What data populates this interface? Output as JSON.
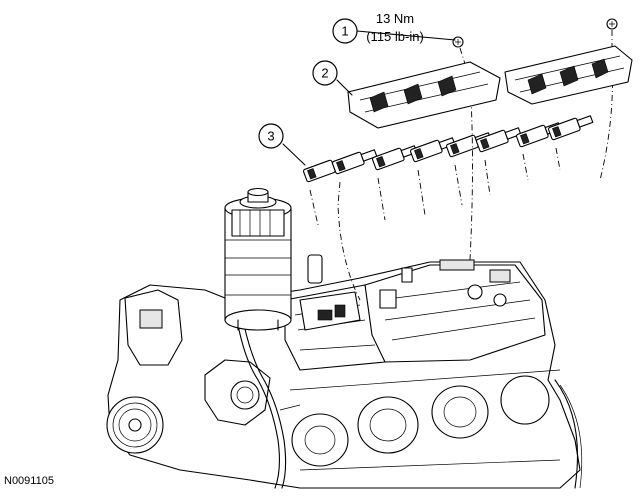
{
  "callouts": [
    {
      "number": "1"
    },
    {
      "number": "2"
    },
    {
      "number": "3"
    }
  ],
  "torque_spec": {
    "line1": "13 Nm",
    "line2": "(115 lb-in)"
  },
  "figure_id": "N0091105",
  "icons": [
    "bolt-icon",
    "fuel-injector-icon",
    "valve-cover-icon",
    "oil-filter-housing-icon",
    "engine-block-icon"
  ]
}
